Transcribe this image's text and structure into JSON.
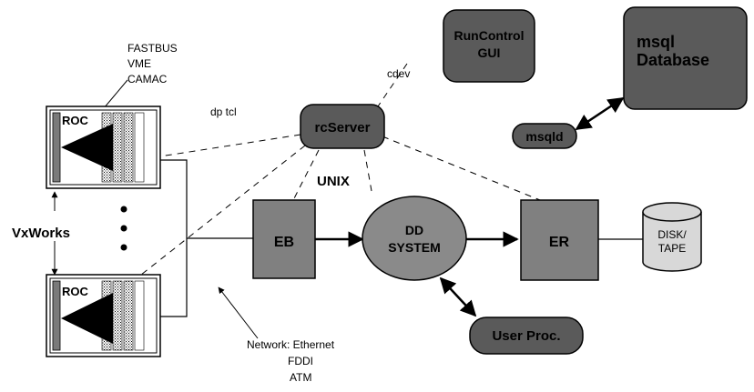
{
  "nodes": {
    "run_control_gui": [
      "RunControl",
      "GUI"
    ],
    "msql_database": [
      "msql",
      "Database"
    ],
    "msqld": "msqld",
    "rc_server": "rcServer",
    "roc_top": "ROC",
    "roc_bottom": "ROC",
    "eb": "EB",
    "dd_system": [
      "DD",
      "SYSTEM"
    ],
    "er": "ER",
    "disk_tape": [
      "DISK/",
      "TAPE"
    ],
    "user_proc": "User Proc."
  },
  "labels": {
    "bus_types": [
      "FASTBUS",
      "VME",
      "CAMAC"
    ],
    "cdev": "cdev",
    "dp_tcl": "dp  tcl",
    "unix": "UNIX",
    "vxworks": "VxWorks",
    "network": [
      "Network: Ethernet",
      "FDDI",
      "ATM"
    ]
  },
  "colors": {
    "dark_node": "#5a5a5a",
    "ellipse": "#8a8a8a",
    "box": "#808080",
    "disk": "#d8d8d8",
    "line": "#000000"
  }
}
